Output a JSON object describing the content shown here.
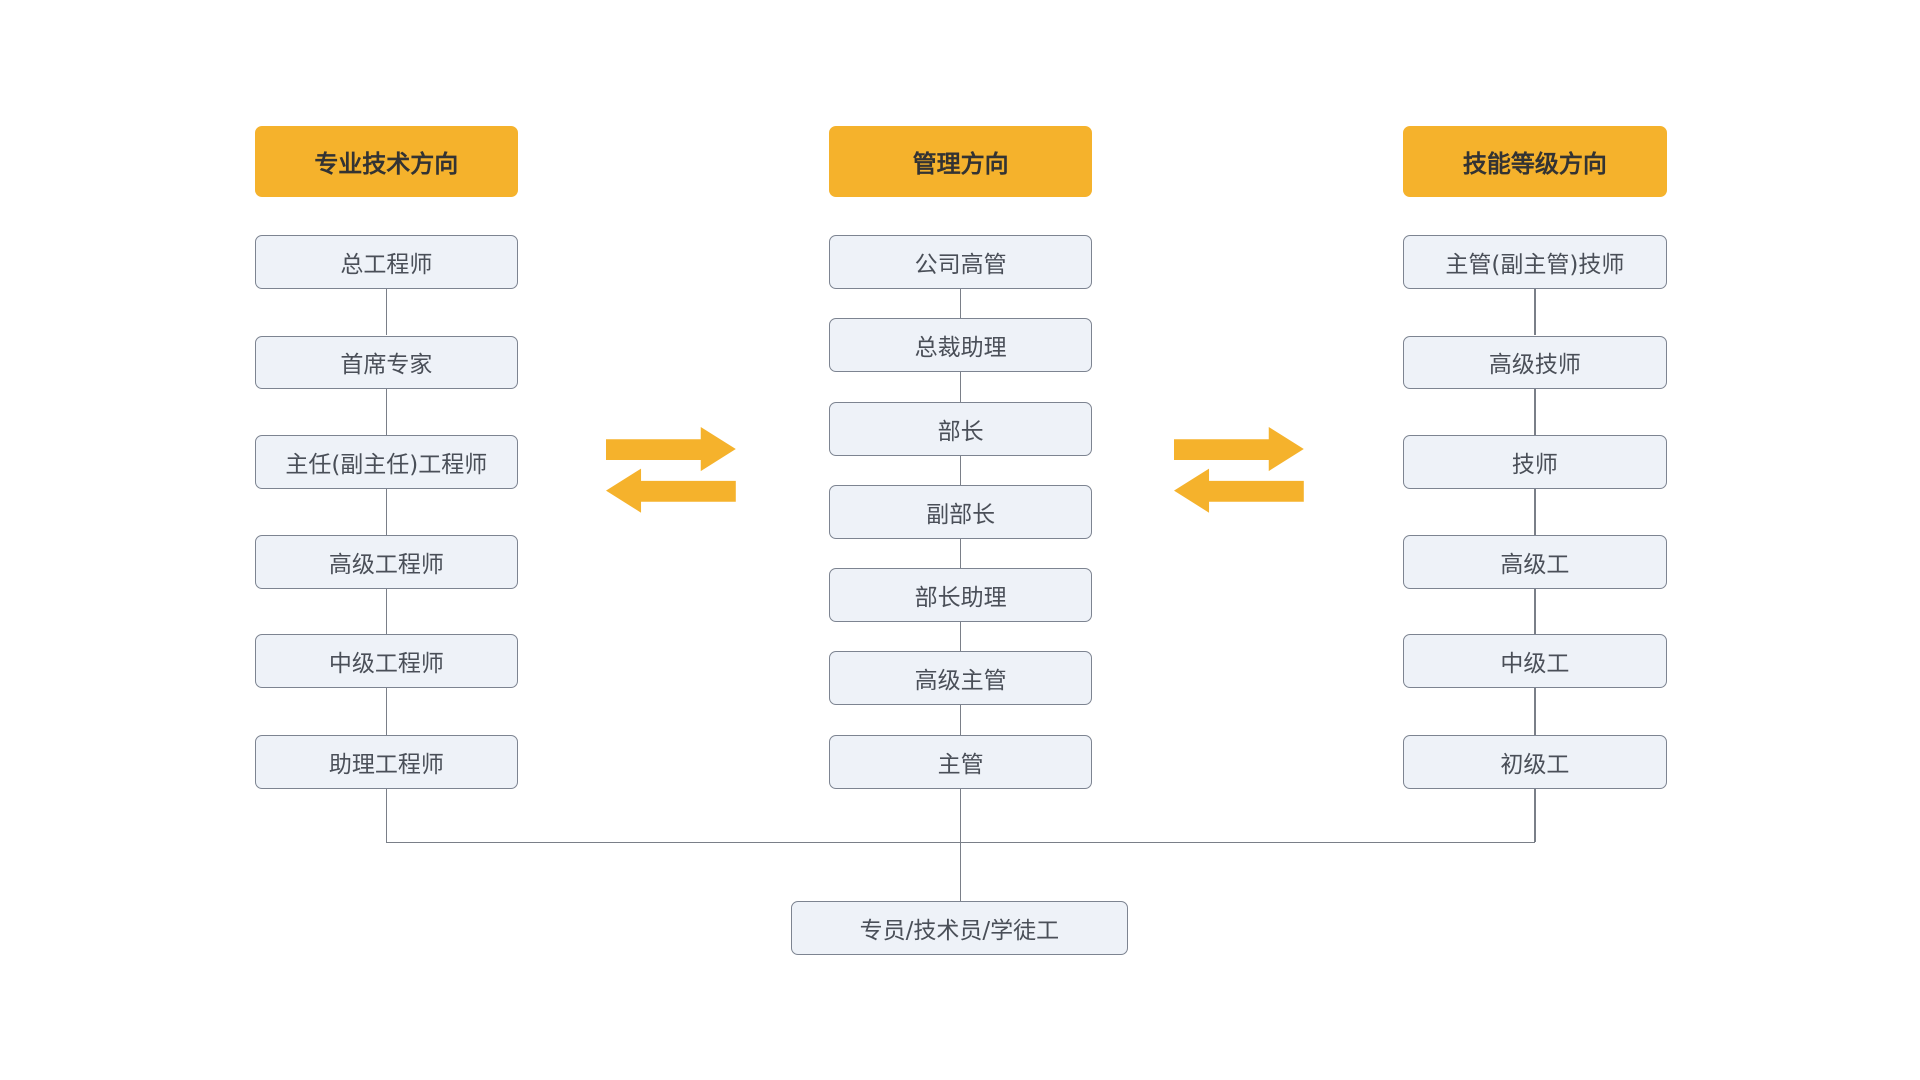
{
  "colors": {
    "header_fill": "#f5b22c",
    "node_fill": "#eef2f8",
    "node_border": "#7d8491",
    "connector": "#7a7f88",
    "arrow": "#f5b22c"
  },
  "columns": [
    {
      "header": "专业技术方向",
      "items": [
        "总工程师",
        "首席专家",
        "主任(副主任)工程师",
        "高级工程师",
        "中级工程师",
        "助理工程师"
      ]
    },
    {
      "header": "管理方向",
      "items": [
        "公司高管",
        "总裁助理",
        "部长",
        "副部长",
        "部长助理",
        "高级主管",
        "主管"
      ]
    },
    {
      "header": "技能等级方向",
      "items": [
        "主管(副主管)技师",
        "高级技师",
        "技师",
        "高级工",
        "中级工",
        "初级工"
      ]
    }
  ],
  "base": "专员/技术员/学徒工",
  "exchange_arrows": [
    "left-right-exchange-arrows",
    "left-right-exchange-arrows"
  ]
}
